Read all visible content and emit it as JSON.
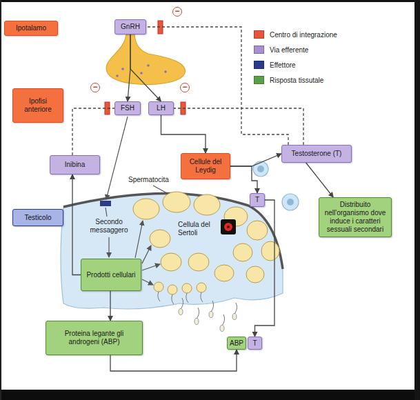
{
  "diagram": {
    "nodes": [
      {
        "text": [
          "Ipotalamo"
        ]
      },
      {
        "text": [
          "GnRH"
        ]
      },
      {
        "text": [
          "Ipofisi anteriore"
        ]
      },
      {
        "text": [
          "FSH"
        ]
      },
      {
        "text": [
          "LH"
        ]
      },
      {
        "text": [
          "Inibina"
        ]
      },
      {
        "text": [
          "Cellule del Leydig"
        ]
      },
      {
        "text": [
          "Testosterone (T)"
        ]
      },
      {
        "text": [
          "Testicolo"
        ]
      },
      {
        "text": [
          "Distribuito nell'organismo dove induce i caratteri sessuali secondari"
        ]
      },
      {
        "text": [
          "T"
        ]
      },
      {
        "text": [
          "Prodotti cellulari"
        ]
      },
      {
        "text": [
          "Proteina legante gli androgeni (ABP)"
        ]
      },
      {
        "text": [
          "ABP"
        ]
      },
      {
        "text": [
          "T"
        ]
      }
    ],
    "edges": [
      {
        "from": 1,
        "to": 3,
        "arrow": "to"
      },
      {
        "from": 1,
        "to": 4,
        "arrow": "to"
      },
      {
        "from": 4,
        "to": 6,
        "arrow": "to"
      },
      {
        "from": 7,
        "to": 1,
        "arrow": "none"
      },
      {
        "from": 7,
        "to": 4,
        "arrow": "none"
      },
      {
        "from": 5,
        "to": 3,
        "arrow": "none"
      },
      {
        "from": 11,
        "to": 5,
        "arrow": "to"
      },
      {
        "from": 11,
        "to": 12,
        "arrow": "to"
      },
      {
        "from": 12,
        "to": 13,
        "arrow": "to"
      },
      {
        "from": 10,
        "to": 14,
        "arrow": "to"
      },
      {
        "from": 6,
        "to": 7,
        "arrow": "to"
      },
      {
        "from": 6,
        "to": 10,
        "arrow": "to"
      },
      {
        "from": 7,
        "to": 9,
        "arrow": "to"
      }
    ],
    "labels": [
      "−",
      "−",
      "−",
      "Spermatocita",
      "Cellula del Sertoli",
      "Secondo messaggero"
    ],
    "legend": [
      {
        "text": "Centro di integrazione",
        "color": "#e8553a"
      },
      {
        "text": "Via efferente",
        "color": "#a98fd0"
      },
      {
        "text": "Effettore",
        "color": "#2b3a8c"
      },
      {
        "text": "Risposta tissutale",
        "color": "#5aa047"
      }
    ]
  }
}
